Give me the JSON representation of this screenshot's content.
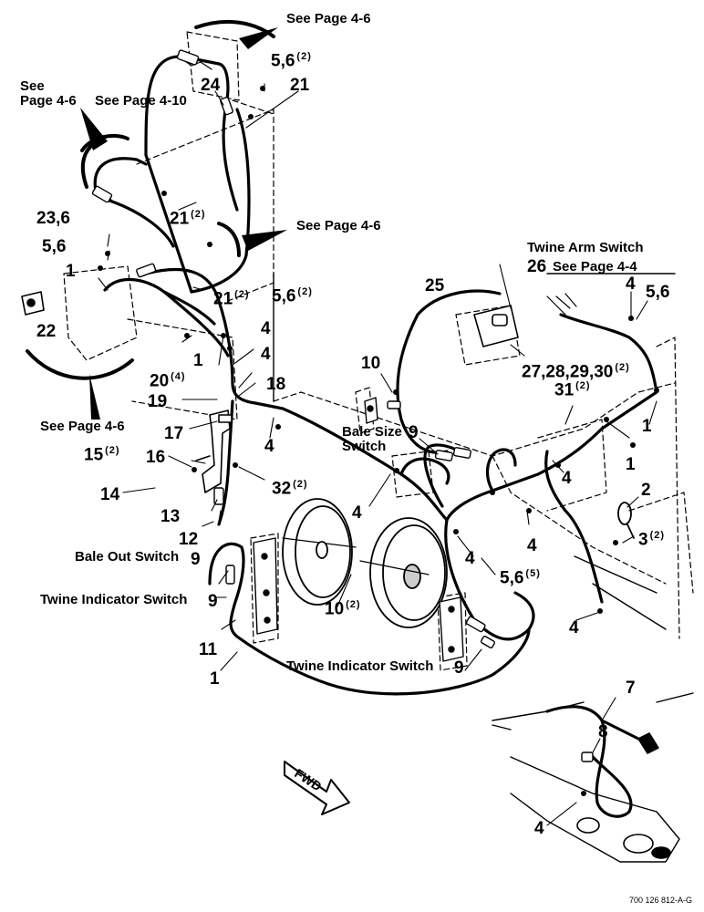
{
  "callouts": {
    "c24": "24",
    "c21a": "21",
    "c21b": "21",
    "c21b_qty": "(2)",
    "c21c": "21",
    "c21c_qty": "(2)",
    "c56a": "5,6",
    "c56a_qty": "(2)",
    "c236": "23,6",
    "c56b": "5,6",
    "c1a": "1",
    "c22": "22",
    "c1b": "1",
    "c20": "20",
    "c20_qty": "(4)",
    "c56c": "5,6",
    "c56c_qty": "(2)",
    "c4a": "4",
    "c4b": "4",
    "c18": "18",
    "c19": "19",
    "c17": "17",
    "c4c": "4",
    "c15": "15",
    "c15_qty": "(2)",
    "c16": "16",
    "c14": "14",
    "c13": "13",
    "c12": "12",
    "c32": "32",
    "c32_qty": "(2)",
    "c10a": "10",
    "c9a": "9",
    "c25": "25",
    "c26": "26",
    "c2730": "27,28,29,30",
    "c2730_qty": "(2)",
    "c4d": "4",
    "c56d": "5,6",
    "c31": "31",
    "c31_qty": "(2)",
    "c1c": "1",
    "c1d": "1",
    "c4e": "4",
    "c4f": "4",
    "c4g": "4",
    "c4h": "4",
    "c2": "2",
    "c3": "3",
    "c3_qty": "(2)",
    "c56e": "5,6",
    "c56e_qty": "(5)",
    "c4i": "4",
    "c10b": "10",
    "c10b_qty": "(2)",
    "c9b": "9",
    "c9c": "9",
    "c11": "11",
    "c1e": "1",
    "c9d": "9",
    "c7": "7",
    "c8": "8",
    "c4j": "4"
  },
  "references": {
    "see_page_4_6_top": "See Page 4-6",
    "see_page_4_6_left_line1": "See",
    "see_page_4_6_left_line2": "Page 4-6",
    "see_page_4_10": "See Page 4-10",
    "see_page_4_6_mid": "See Page 4-6",
    "see_page_4_6_bottom": "See Page 4-6",
    "see_page_4_4": "See Page 4-4"
  },
  "component_labels": {
    "twine_arm_switch": "Twine Arm Switch",
    "bale_size_switch_line1": "Bale Size",
    "bale_size_switch_line2": "Switch",
    "bale_out_switch": "Bale Out Switch",
    "twine_indicator_switch_left": "Twine Indicator Switch",
    "twine_indicator_switch_right": "Twine Indicator Switch"
  },
  "direction_arrow": "FWD",
  "drawing_number": "700 126 812-A-G"
}
